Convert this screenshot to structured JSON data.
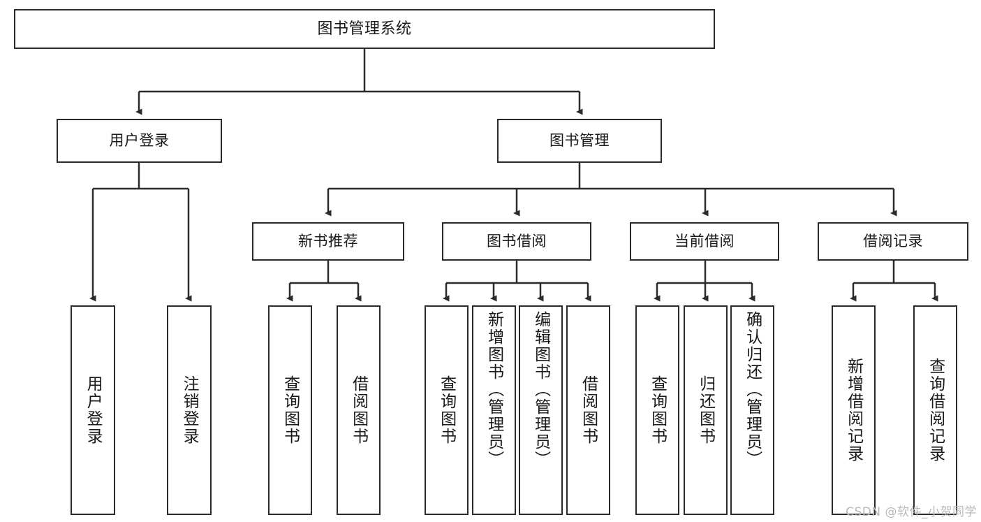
{
  "diagram": {
    "title": "图书管理系统",
    "watermark": "CSDN @软件_小贺同学",
    "colors": {
      "stroke": "#2b2b2b",
      "fill": "#ffffff",
      "text": "#1a1a1a",
      "watermark": "#b9b9b9"
    },
    "root": {
      "label": "图书管理系统"
    },
    "tier2": [
      {
        "label": "用户登录"
      },
      {
        "label": "图书管理"
      }
    ],
    "tier3": [
      {
        "label": "新书推荐"
      },
      {
        "label": "图书借阅"
      },
      {
        "label": "当前借阅"
      },
      {
        "label": "借阅记录"
      }
    ],
    "leaves": {
      "user_login": [
        {
          "label": "用户登录"
        },
        {
          "label": "注销登录"
        }
      ],
      "new_book_recommend": [
        {
          "label": "查询图书"
        },
        {
          "label": "借阅图书"
        }
      ],
      "book_borrow": [
        {
          "label": "查询图书"
        },
        {
          "label": "新增图书（管理员）"
        },
        {
          "label": "编辑图书（管理员）"
        },
        {
          "label": "借阅图书"
        }
      ],
      "current_borrow": [
        {
          "label": "查询图书"
        },
        {
          "label": "归还图书"
        },
        {
          "label": "确认归还（管理员）"
        }
      ],
      "borrow_record": [
        {
          "label": "新增借阅记录"
        },
        {
          "label": "查询借阅记录"
        }
      ]
    }
  }
}
